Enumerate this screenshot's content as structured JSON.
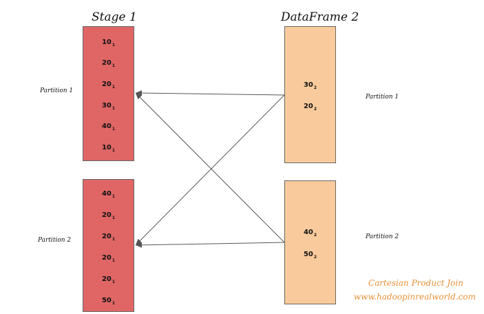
{
  "left": {
    "title": "Stage 1",
    "partitions": [
      {
        "label": "Partition 1",
        "rows": [
          {
            "value": "10",
            "sub": "1"
          },
          {
            "value": "20",
            "sub": "1"
          },
          {
            "value": "20",
            "sub": "1"
          },
          {
            "value": "30",
            "sub": "1"
          },
          {
            "value": "40",
            "sub": "1"
          },
          {
            "value": "10",
            "sub": "1"
          }
        ]
      },
      {
        "label": "Partition 2",
        "rows": [
          {
            "value": "40",
            "sub": "1"
          },
          {
            "value": "20",
            "sub": "1"
          },
          {
            "value": "20",
            "sub": "1"
          },
          {
            "value": "20",
            "sub": "1"
          },
          {
            "value": "20",
            "sub": "1"
          },
          {
            "value": "50",
            "sub": "1"
          }
        ]
      }
    ]
  },
  "right": {
    "title": "DataFrame 2",
    "partitions": [
      {
        "label": "Partition 1",
        "rows": [
          {
            "value": "30",
            "sub": "2"
          },
          {
            "value": "20",
            "sub": "2"
          }
        ]
      },
      {
        "label": "Partition 2",
        "rows": [
          {
            "value": "40",
            "sub": "2"
          },
          {
            "value": "50",
            "sub": "2"
          }
        ]
      }
    ]
  },
  "credit": {
    "line1": "Cartesian Product Join",
    "line2": "www.hadoopinrealworld.com"
  },
  "colors": {
    "left_fill": "#e06666",
    "right_fill": "#f9cb9c",
    "credit_text": "#e69138",
    "arrow": "#555555"
  }
}
